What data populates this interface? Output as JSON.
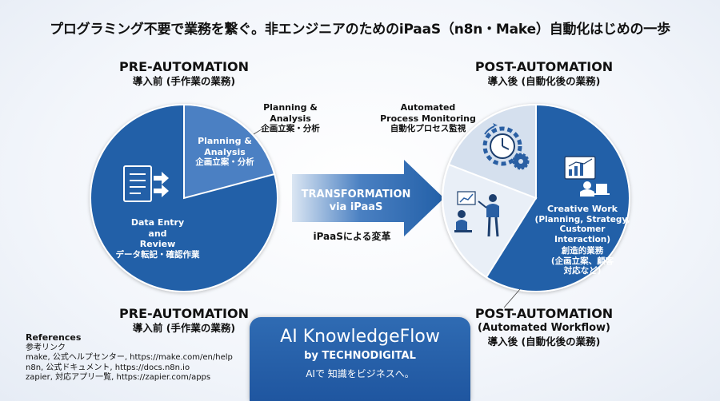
{
  "title": "プログラミング不要で業務を繋ぐ。非エンジニアのためのiPaaS（n8n・Make）自動化はじめの一歩",
  "pre": {
    "top_en": "PRE-AUTOMATION",
    "top_ja": "導入前 (手作業の業務)",
    "bottom_en": "PRE-AUTOMATION",
    "bottom_ja": "導入前 (手作業の業務)",
    "slice_planning_en": "Planning & Analysis",
    "slice_planning_ja": "企画立案・分析",
    "callout_en": "Planning & Analysis",
    "callout_ja": "企画立案・分析",
    "slice_data_en": "Data Entry and Review",
    "slice_data_ja": "データ転記・確認作業"
  },
  "arrow": {
    "line1": "TRANSFORMATION",
    "line2": "via iPaaS",
    "ja": "iPaaSによる変革"
  },
  "post": {
    "top_en": "POST-AUTOMATION",
    "top_ja": "導入後 (自動化後の業務)",
    "bottom_en1": "POST-AUTOMATION",
    "bottom_en2": "(Automated Workflow)",
    "bottom_ja": "導入後 (自動化後の業務)",
    "monitor_en": "Automated Process Monitoring",
    "monitor_ja": "自動化プロセス監視",
    "creative_en1": "Creative Work",
    "creative_en2": "(Planning, Strategy, Customer Interaction)",
    "creative_ja1": "創造的業務",
    "creative_ja2": "(企画立案、顧客対応など)"
  },
  "references": {
    "title": "References",
    "subtitle": "参考リンク",
    "items": [
      "make, 公式ヘルプセンター, https://make.com/en/help",
      "n8n, 公式ドキュメント, https://docs.n8n.io",
      "zapier, 対応アプリ一覧, https://zapier.com/apps"
    ]
  },
  "brand": {
    "name": "AI KnowledgeFlow",
    "by": "by TECHNODIGITAL",
    "slogan": "AIで 知識をビジネスへ。"
  },
  "colors": {
    "primary": "#2360a8",
    "light": "#d5e0ee",
    "pale": "#e9eff7",
    "text": "#111111"
  }
}
